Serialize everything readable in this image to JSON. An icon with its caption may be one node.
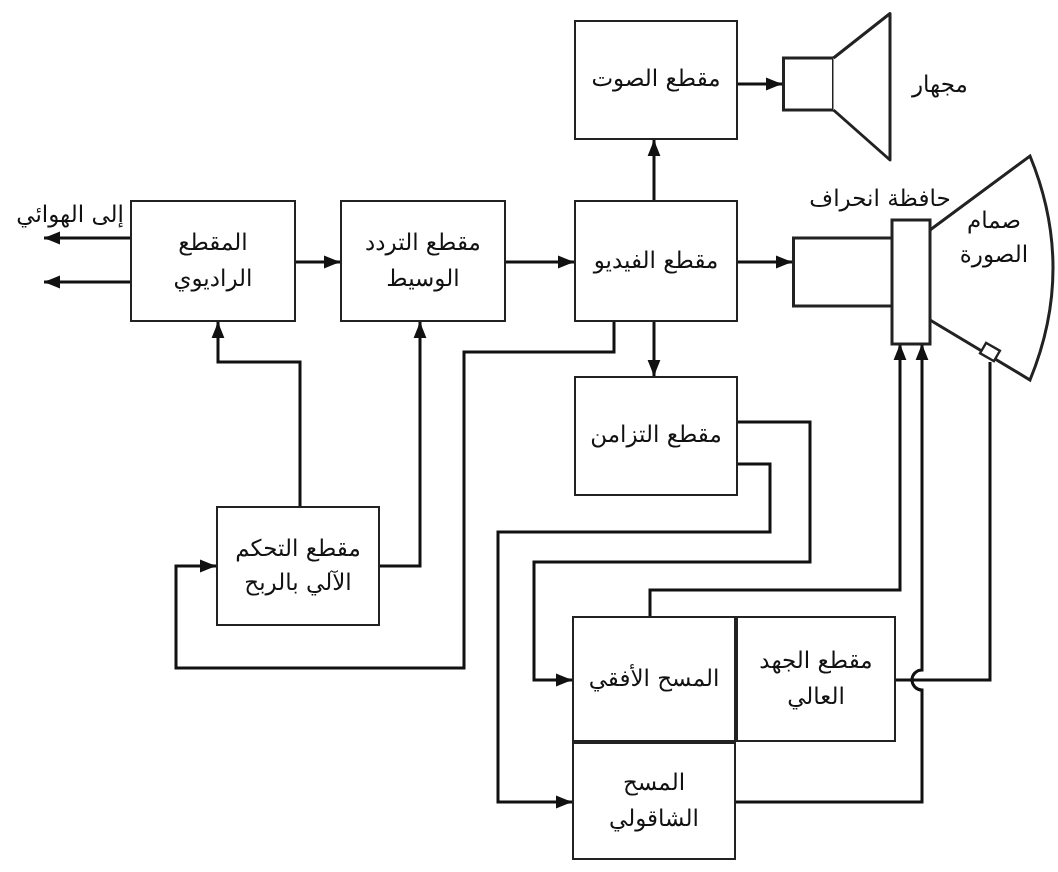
{
  "diagram": {
    "nodes": [
      {
        "text": [
          "مقطع الصوت"
        ]
      },
      {
        "text": [],
        "shape": "speaker",
        "beside": [
          "مجهار"
        ]
      },
      {
        "text": [
          "المقطع الراديوي"
        ]
      },
      {
        "text": [
          "مقطع التردد الوسيط"
        ]
      },
      {
        "text": [
          "مقطع الفيديو"
        ]
      },
      {
        "text": [
          "حافظة انحراف"
        ],
        "in": 6
      },
      {
        "text": [
          "صمام الصورة"
        ]
      },
      {
        "text": [
          "مقطع التزامن"
        ]
      },
      {
        "text": [
          "مقطع التحكم الآلي بالربح"
        ]
      },
      {
        "text": [
          "المسح الأفقي"
        ]
      },
      {
        "text": [
          "مقطع الجهد العالي"
        ]
      },
      {
        "text": [
          "المسح الشاقولي"
        ]
      },
      {
        "text": [
          "إلى الهوائي"
        ]
      }
    ],
    "edges": [
      {
        "from": 2,
        "to": 3,
        "arrow": "to"
      },
      {
        "from": 3,
        "to": 4,
        "arrow": "to"
      },
      {
        "from": 4,
        "to": 0,
        "arrow": "to"
      },
      {
        "from": 0,
        "to": 1,
        "arrow": "to"
      },
      {
        "from": 4,
        "to": 6,
        "arrow": "to"
      },
      {
        "from": 4,
        "to": 7,
        "arrow": "to"
      },
      {
        "from": 4,
        "to": 8,
        "arrow": "to"
      },
      {
        "from": 8,
        "to": 2,
        "arrow": "to"
      },
      {
        "from": 8,
        "to": 3,
        "arrow": "to"
      },
      {
        "from": 7,
        "to": 9,
        "arrow": "to"
      },
      {
        "from": 7,
        "to": 11,
        "arrow": "to"
      },
      {
        "from": 9,
        "to": 5,
        "arrow": "to"
      },
      {
        "from": 11,
        "to": 5,
        "arrow": "to"
      },
      {
        "from": 10,
        "to": 6,
        "arrow": "none"
      },
      {
        "from": 2,
        "to": 12,
        "arrow": "to"
      },
      {
        "from": 2,
        "to": 12,
        "arrow": "to"
      }
    ]
  }
}
